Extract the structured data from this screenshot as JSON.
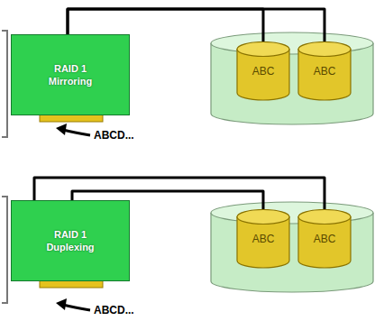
{
  "diagram": {
    "nodes": [
      {
        "text": [
          "RAID 1 Mirroring"
        ]
      },
      {
        "text": [
          "ABC"
        ]
      },
      {
        "text": [
          "ABC"
        ]
      },
      {
        "text": [
          "RAID 1 Duplexing"
        ]
      },
      {
        "text": [
          "ABC"
        ]
      },
      {
        "text": [
          "ABC"
        ]
      }
    ],
    "edges": [
      {
        "from": 0,
        "to": 1,
        "arrow": "none"
      },
      {
        "from": 0,
        "to": 2,
        "arrow": "none"
      },
      {
        "from": 3,
        "to": 4,
        "arrow": "none"
      },
      {
        "from": 3,
        "to": 5,
        "arrow": "none"
      }
    ],
    "labels": [
      "ABCD...",
      "ABCD..."
    ]
  }
}
